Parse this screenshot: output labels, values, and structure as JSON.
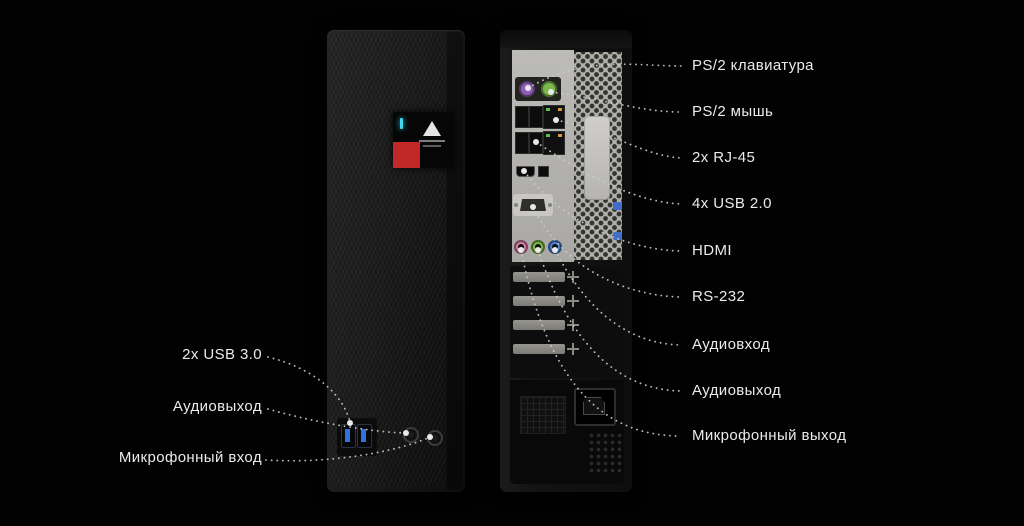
{
  "diagram": {
    "left_labels": [
      {
        "text": "2x USB 3.0"
      },
      {
        "text": "Аудиовыход"
      },
      {
        "text": "Микрофонный вход"
      }
    ],
    "right_labels": [
      {
        "text": "PS/2 клавиатура"
      },
      {
        "text": "PS/2 мышь"
      },
      {
        "text": "2x RJ-45"
      },
      {
        "text": "4x USB 2.0"
      },
      {
        "text": "HDMI"
      },
      {
        "text": "RS-232"
      },
      {
        "text": "Аудиовход"
      },
      {
        "text": "Аудиовыход"
      },
      {
        "text": "Микрофонный выход"
      }
    ],
    "colors": {
      "background": "#020202",
      "label_text": "#ebebeb",
      "leader_line": "#cdcdcd",
      "badge_accent_red": "#c22828",
      "power_led_cyan": "#43d6e8",
      "ps2_keyboard_purple": "#8e5fb5",
      "ps2_mouse_green": "#7cb84a",
      "audio_line_in_blue": "#4f7fd0",
      "audio_line_out_green": "#7cb84a",
      "audio_mic_pink": "#d77fa6",
      "usb3_blue": "#2f74dd",
      "io_panel_gray": "#b0afab"
    }
  }
}
